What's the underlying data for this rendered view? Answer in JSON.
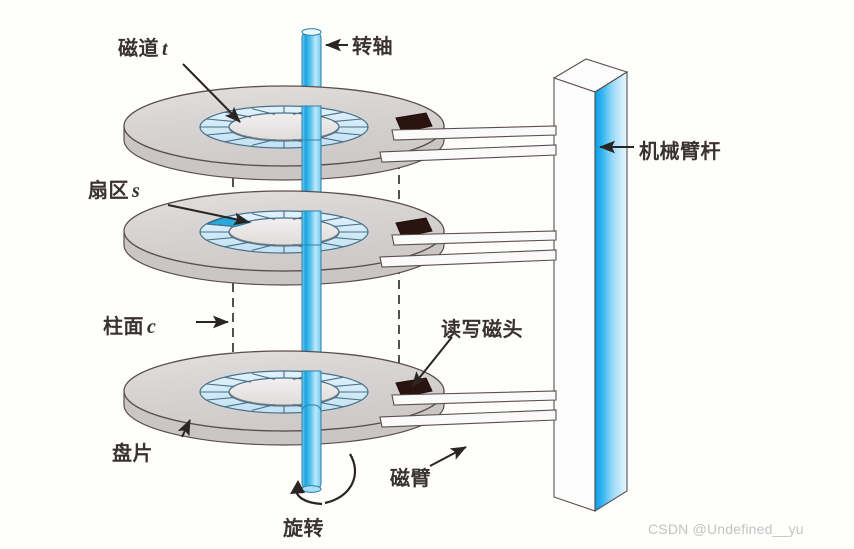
{
  "figure": {
    "title": "Hard Disk Drive Internal Structure Diagram",
    "background_color": "#fefefc"
  },
  "labels": {
    "track": {
      "text": "磁道",
      "italic": "t"
    },
    "sector": {
      "text": "扇区",
      "italic": "s"
    },
    "cylinder": {
      "text": "柱面",
      "italic": "c"
    },
    "platter": {
      "text": "盘片",
      "italic": ""
    },
    "rotation": {
      "text": "旋转",
      "italic": ""
    },
    "spindle": {
      "text": "转轴",
      "italic": ""
    },
    "read_write_head": {
      "text": "读写磁头",
      "italic": ""
    },
    "magnetic_arm": {
      "text": "磁臂",
      "italic": ""
    },
    "actuator_post": {
      "text": "机械臂杆",
      "italic": ""
    }
  },
  "watermark": {
    "text": "CSDN @Undefined__yu",
    "color": "#c3c3c3"
  },
  "colors": {
    "platter_face": "#d9d6d6",
    "platter_edge": "#5a4f4c",
    "sector_fill": "#cfe7f5",
    "sector_highlight": "#29a8dd",
    "spindle_blue": "#1ba3e0",
    "post_blue": "#0aa0ec",
    "head_dark": "#2b1410",
    "arm_line": "#5a4f4c",
    "label_text": "#3a3230",
    "dashed_guide": "#2a2422"
  },
  "structure": {
    "platter_count": 3,
    "sectors_per_track": 16,
    "arms_per_platter": 2,
    "heads_visible": 3
  }
}
